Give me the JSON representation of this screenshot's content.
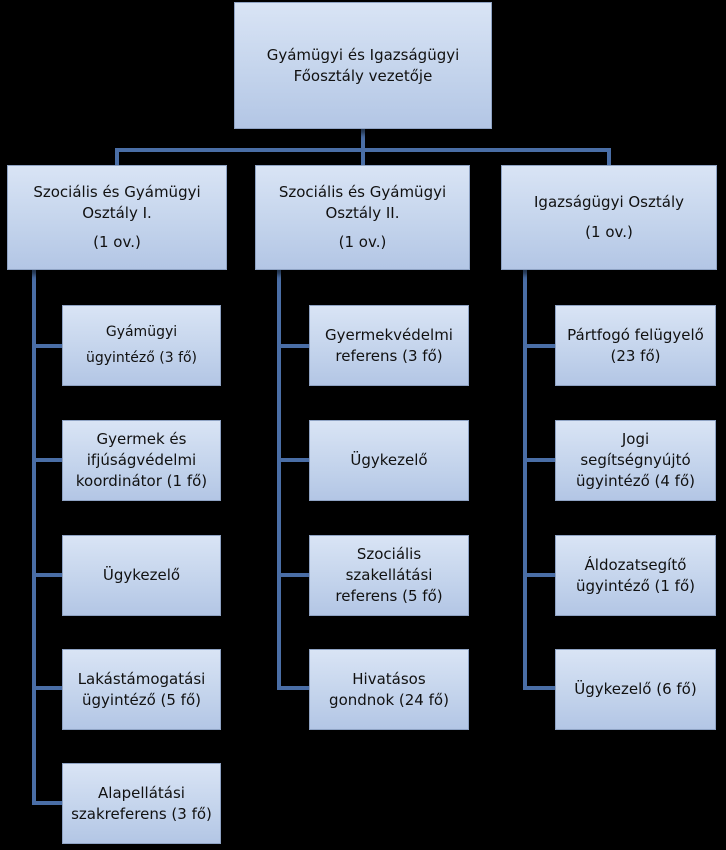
{
  "root": {
    "line1": "Gyámügyi és Igazságügyi",
    "line2": "Főosztály vezetője"
  },
  "departments": [
    {
      "line1": "Szociális és Gyámügyi",
      "line2": "Osztály I.",
      "staff": "(1 ov.)",
      "units": [
        {
          "lines": [
            "Gyámügyi",
            "ügyintéző (3 fő)"
          ]
        },
        {
          "lines": [
            "Gyermek és",
            "ifjúságvédelmi",
            "koordinátor (1 fő)"
          ]
        },
        {
          "lines": [
            "Ügykezelő"
          ]
        },
        {
          "lines": [
            "Lakástámogatási",
            "ügyintéző (5 fő)"
          ]
        },
        {
          "lines": [
            "Alapellátási",
            "szakreferens (3 fő)"
          ]
        }
      ]
    },
    {
      "line1": "Szociális és Gyámügyi",
      "line2": "Osztály II.",
      "staff": "(1 ov.)",
      "units": [
        {
          "lines": [
            "Gyermekvédelmi",
            "referens (3 fő)"
          ]
        },
        {
          "lines": [
            "Ügykezelő"
          ]
        },
        {
          "lines": [
            "Szociális",
            "szakellátási",
            "referens (5 fő)"
          ]
        },
        {
          "lines": [
            "Hivatásos",
            "gondnok (24 fő)"
          ]
        }
      ]
    },
    {
      "line1": "Igazságügyi Osztály",
      "line2": "",
      "staff": "(1 ov.)",
      "units": [
        {
          "lines": [
            "Pártfogó felügyelő",
            "(23 fő)"
          ]
        },
        {
          "lines": [
            "Jogi",
            "segítségnyújtó",
            "ügyintéző (4 fő)"
          ]
        },
        {
          "lines": [
            "Áldozatsegítő",
            "ügyintéző (1 fő)"
          ]
        },
        {
          "lines": [
            "Ügykezelő (6 fő)"
          ]
        }
      ]
    }
  ],
  "colors": {
    "connector": "#4a6ea6",
    "box_border": "#8fa3c4",
    "box_fill_top": "#d9e4f5",
    "box_fill_bottom": "#b3c6e5",
    "background": "#000000"
  }
}
